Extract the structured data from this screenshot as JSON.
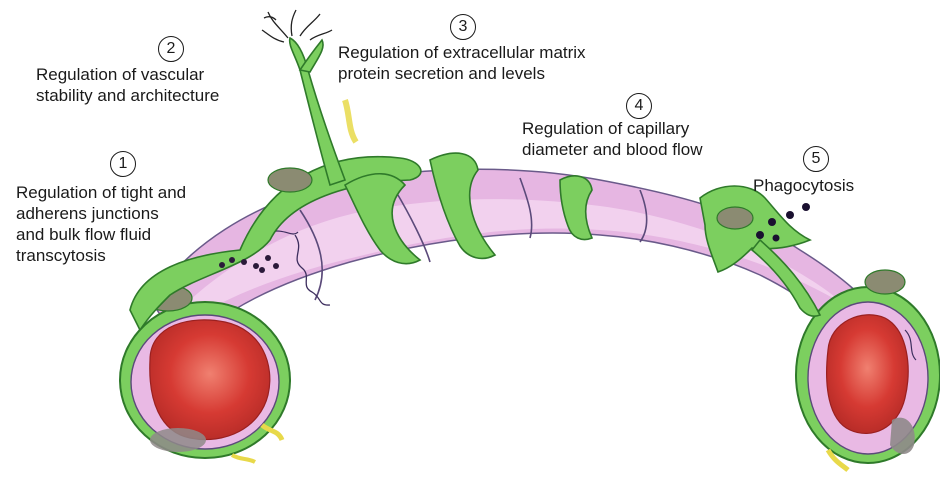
{
  "annotations": [
    {
      "id": "1",
      "number": "1",
      "lines": [
        "Regulation of tight and",
        "adherens junctions",
        "and bulk flow fluid",
        "transcytosis"
      ]
    },
    {
      "id": "2",
      "number": "2",
      "lines": [
        "Regulation of vascular",
        "stability and architecture"
      ]
    },
    {
      "id": "3",
      "number": "3",
      "lines": [
        "Regulation of extracellular matrix",
        "protein secretion and levels"
      ]
    },
    {
      "id": "4",
      "number": "4",
      "lines": [
        "Regulation of capillary",
        "diameter and blood flow"
      ]
    },
    {
      "id": "5",
      "number": "5",
      "lines": [
        "Phagocytosis"
      ]
    }
  ],
  "colors": {
    "pericyte_green": "#7ccf5f",
    "pericyte_outline": "#2f7a2a",
    "endothelium_pink": "#e9b9e4",
    "lumen_pink": "#f4d7f1",
    "red_blood_cell": "#d4332f",
    "nucleus": "#8a8a7a",
    "basement_yellow": "#e8d94a",
    "vesicle": "#2b1a3a"
  }
}
